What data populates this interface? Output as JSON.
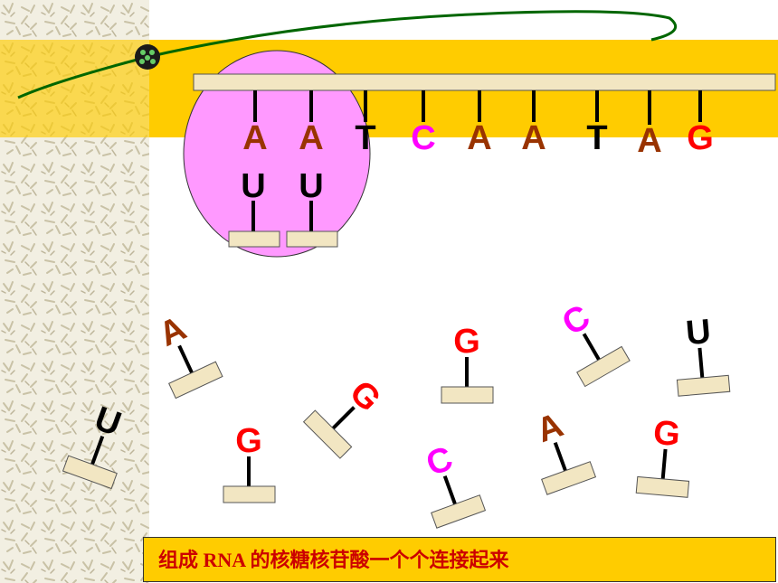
{
  "colors": {
    "A": "#993300",
    "U": "#000000",
    "T": "#000000",
    "C": "#ff00ff",
    "G": "#ff0000",
    "band": "#ffcc00",
    "strand": "#f2e6c2",
    "polymerase": "#ff99ff",
    "rna_strand": "#006600",
    "caption_text": "#cc0000"
  },
  "dna_template": [
    "A",
    "A",
    "T",
    "C",
    "A",
    "A",
    "T",
    "A",
    "G"
  ],
  "rna_paired": [
    "U",
    "U"
  ],
  "free_nucleotides": [
    "A",
    "U",
    "G",
    "G",
    "G",
    "C",
    "U",
    "A",
    "C",
    "G"
  ],
  "caption": {
    "prefix": "组成 ",
    "rna": "RNA",
    "suffix": "  的核糖核苷酸一个个连接起来"
  }
}
